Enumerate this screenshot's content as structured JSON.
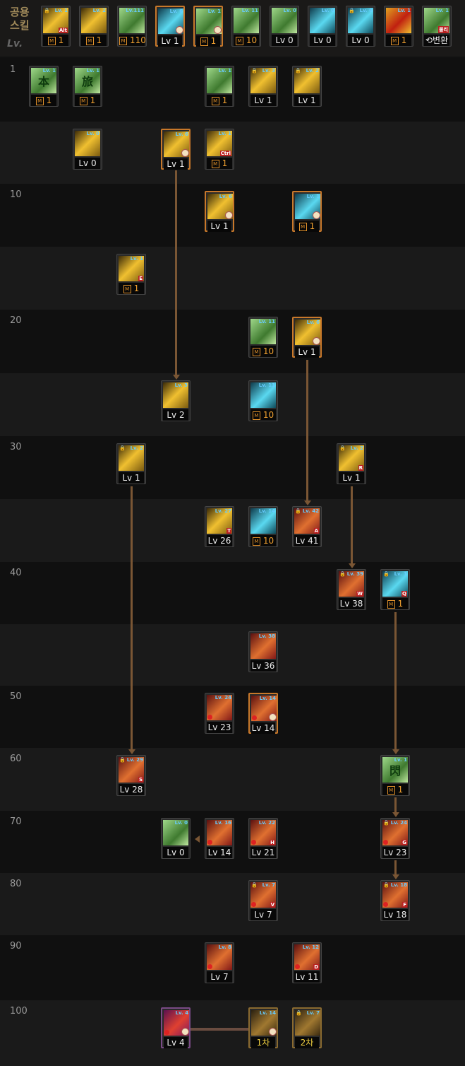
{
  "header": {
    "title_line1": "공용",
    "title_line2": "스킬",
    "lv_label": "Lv."
  },
  "colors": {
    "accent": "#f0a030",
    "arrow": "#7a5634",
    "level_text": "#9a9a9a"
  },
  "row_levels": [
    "1",
    "10",
    "20",
    "30",
    "40",
    "50",
    "60",
    "70",
    "80",
    "90",
    "100"
  ],
  "common_skills": [
    {
      "badge": "Lv. 1",
      "label": "1",
      "mastery": true,
      "style": "y",
      "lock": true,
      "key": "Alt"
    },
    {
      "badge": "Lv. 2",
      "label": "1",
      "mastery": true,
      "style": "y"
    },
    {
      "badge": "Lv.111",
      "label": "110",
      "mastery": true,
      "style": "g"
    },
    {
      "badge": "Lv. 6",
      "label": "Lv 1",
      "style": "c",
      "cd": true
    },
    {
      "badge": "Lv. 1",
      "label": "1",
      "mastery": true,
      "style": "g",
      "cd": true
    },
    {
      "badge": "Lv. 11",
      "label": "10",
      "mastery": true,
      "style": "g"
    },
    {
      "badge": "Lv. 0",
      "label": "Lv 0",
      "style": "g"
    },
    {
      "badge": "Lv. 0",
      "label": "Lv 0",
      "style": "c"
    },
    {
      "badge": "Lv. 0",
      "label": "Lv 0",
      "style": "c",
      "lock": true
    },
    {
      "badge": "Lv. 1",
      "label": "1",
      "mastery": true,
      "style": "f"
    },
    {
      "badge": "Lv. 1",
      "label": "⟲변환",
      "style": "g",
      "key": "물리"
    }
  ],
  "skills": [
    {
      "row": 0,
      "col": 0,
      "badge": "Lv. 1",
      "label": "1",
      "mastery": true,
      "style": "g",
      "glyph": "本"
    },
    {
      "row": 0,
      "col": 1,
      "badge": "Lv. 1",
      "label": "1",
      "mastery": true,
      "style": "g",
      "glyph": "旅"
    },
    {
      "row": 0,
      "col": 4,
      "badge": "Lv. 1",
      "label": "1",
      "mastery": true,
      "style": "g"
    },
    {
      "row": 0,
      "col": 5,
      "badge": "Lv. 3",
      "label": "Lv 1",
      "style": "y",
      "lock": true
    },
    {
      "row": 0,
      "col": 6,
      "badge": "Lv. 2",
      "label": "Lv 1",
      "style": "y",
      "lock": true
    },
    {
      "row": 1,
      "col": 1,
      "badge": "Lv. 0",
      "label": "Lv 0",
      "style": "y"
    },
    {
      "row": 1,
      "col": 3,
      "badge": "Lv. 6",
      "label": "Lv 1",
      "style": "y",
      "cd": true
    },
    {
      "row": 1,
      "col": 4,
      "badge": "Lv. 1",
      "label": "1",
      "mastery": true,
      "style": "y",
      "key": "Ctrl"
    },
    {
      "row": 2,
      "col": 4,
      "badge": "Lv. 6",
      "label": "Lv 1",
      "style": "y",
      "cd": true
    },
    {
      "row": 2,
      "col": 6,
      "badge": "Lv. 1",
      "label": "1",
      "mastery": true,
      "style": "c",
      "cd": true
    },
    {
      "row": 3,
      "col": 2,
      "badge": "Lv. 1",
      "label": "1",
      "mastery": true,
      "style": "y",
      "key": "E"
    },
    {
      "row": 4,
      "col": 5,
      "badge": "Lv. 11",
      "label": "10",
      "mastery": true,
      "style": "g"
    },
    {
      "row": 4,
      "col": 6,
      "badge": "Lv. 6",
      "label": "Lv 1",
      "style": "y",
      "cd": true
    },
    {
      "row": 5,
      "col": 3,
      "badge": "Lv. 3",
      "label": "Lv 2",
      "style": "y"
    },
    {
      "row": 5,
      "col": 5,
      "badge": "Lv. 11",
      "label": "10",
      "mastery": true,
      "style": "c"
    },
    {
      "row": 6,
      "col": 2,
      "badge": "Lv. 2",
      "label": "Lv 1",
      "style": "y",
      "lock": true
    },
    {
      "row": 6,
      "col": 7,
      "badge": "Lv. 2",
      "label": "Lv 1",
      "style": "y",
      "lock": true,
      "key": "R"
    },
    {
      "row": 7,
      "col": 4,
      "badge": "Lv. 27",
      "label": "Lv 26",
      "style": "y",
      "key": "T"
    },
    {
      "row": 7,
      "col": 5,
      "badge": "Lv. 14",
      "label": "10",
      "mastery": true,
      "style": "c"
    },
    {
      "row": 7,
      "col": 6,
      "badge": "Lv. 42",
      "label": "Lv 41",
      "style": "r",
      "lock": true,
      "key": "A"
    },
    {
      "row": 8,
      "col": 7,
      "badge": "Lv. 39",
      "label": "Lv 38",
      "style": "r",
      "lock": true,
      "key": "W"
    },
    {
      "row": 8,
      "col": 8,
      "badge": "Lv. 1",
      "label": "1",
      "mastery": true,
      "style": "c",
      "lock": true,
      "key": "Q"
    },
    {
      "row": 9,
      "col": 5,
      "badge": "Lv. 38",
      "label": "Lv 36",
      "style": "r"
    },
    {
      "row": 10,
      "col": 4,
      "badge": "Lv. 24",
      "label": "Lv 23",
      "style": "r",
      "warn": true
    },
    {
      "row": 10,
      "col": 5,
      "badge": "Lv. 14",
      "label": "Lv 14",
      "style": "r",
      "warn": true,
      "cd": true
    },
    {
      "row": 11,
      "col": 2,
      "badge": "Lv. 29",
      "label": "Lv 28",
      "style": "r",
      "lock": true,
      "key": "S"
    },
    {
      "row": 11,
      "col": 8,
      "badge": "Lv. 1",
      "label": "1",
      "mastery": true,
      "style": "g",
      "glyph": "閃"
    },
    {
      "row": 12,
      "col": 3,
      "badge": "Lv. 0",
      "label": "Lv 0",
      "style": "g"
    },
    {
      "row": 12,
      "col": 4,
      "badge": "Lv. 16",
      "label": "Lv 14",
      "style": "r",
      "warn": true
    },
    {
      "row": 12,
      "col": 5,
      "badge": "Lv. 22",
      "label": "Lv 21",
      "style": "r",
      "warn": true,
      "key": "H"
    },
    {
      "row": 12,
      "col": 8,
      "badge": "Lv. 24",
      "label": "Lv 23",
      "style": "r",
      "lock": true,
      "warn": true,
      "key": "G"
    },
    {
      "row": 13,
      "col": 5,
      "badge": "Lv. 7",
      "label": "Lv 7",
      "style": "r",
      "lock": true,
      "warn": true,
      "key": "V"
    },
    {
      "row": 13,
      "col": 8,
      "badge": "Lv. 18",
      "label": "Lv 18",
      "style": "r",
      "lock": true,
      "warn": true,
      "key": "F"
    },
    {
      "row": 14,
      "col": 4,
      "badge": "Lv. 8",
      "label": "Lv 7",
      "style": "r",
      "warn": true
    },
    {
      "row": 14,
      "col": 6,
      "badge": "Lv. 12",
      "label": "Lv 11",
      "style": "r",
      "warn": true,
      "key": "D"
    },
    {
      "row": 15,
      "col": 3,
      "badge": "Lv. 4",
      "label": "Lv 4",
      "style": "p",
      "warn": true,
      "cd": true,
      "frame": "awk"
    },
    {
      "row": 15,
      "col": 5,
      "badge": "Lv. 14",
      "label": "1차",
      "style": "d",
      "cd": true,
      "frame": "gold",
      "yel": true
    },
    {
      "row": 15,
      "col": 6,
      "badge": "Lv. 7",
      "label": "2차",
      "style": "d",
      "lock": true,
      "frame": "gold",
      "yel": true
    }
  ]
}
